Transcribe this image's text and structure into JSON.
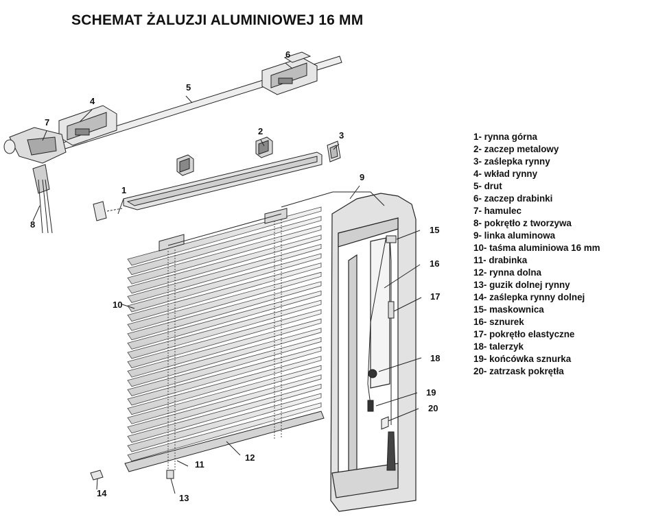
{
  "title": "SCHEMAT ŻALUZJI ALUMINIOWEJ 16 MM",
  "callouts": [
    "1",
    "2",
    "3",
    "4",
    "5",
    "6",
    "7",
    "8",
    "9",
    "10",
    "11",
    "12",
    "13",
    "14",
    "15",
    "16",
    "17",
    "18",
    "19",
    "20"
  ],
  "legend": [
    "1- rynna górna",
    "2- zaczep metalowy",
    "3- zaślepka rynny",
    "4- wkład rynny",
    "5- drut",
    "6- zaczep drabinki",
    "7- hamulec",
    "8- pokrętło z tworzywa",
    "9- linka aluminowa",
    "10- taśma aluminiowa 16 mm",
    "11- drabinka",
    "12- rynna dolna",
    "13- guzik dolnej rynny",
    "14- zaślepka rynny dolnej",
    "15- maskownica",
    "16- sznurek",
    "17- pokrętło elastyczne",
    "18- talerzyk",
    "19- końcówka sznurka",
    "20- zatrzask pokrętła"
  ]
}
